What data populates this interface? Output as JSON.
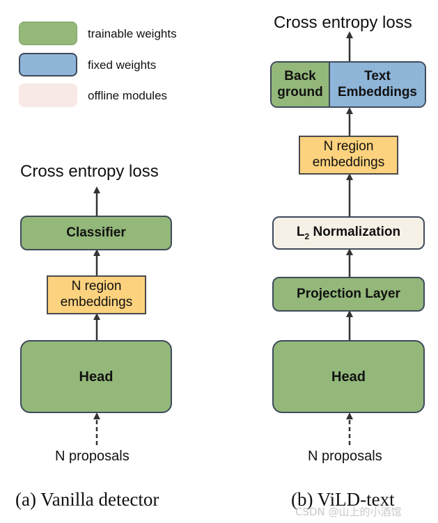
{
  "legend": {
    "trainable": {
      "label": "trainable weights",
      "color": "#93b87a"
    },
    "fixed": {
      "label": "fixed weights",
      "color": "#8fb5d8"
    },
    "offline": {
      "label": "offline modules",
      "color": "#f8e8e6"
    }
  },
  "vanilla": {
    "loss": "Cross entropy loss",
    "classifier": "Classifier",
    "embeddings": "N region embeddings",
    "head": "Head",
    "proposals": "N proposals",
    "caption": "(a) Vanilla detector"
  },
  "vild": {
    "loss": "Cross entropy loss",
    "background": "Back ground",
    "text_embeddings": "Text Embeddings",
    "embeddings": "N region embeddings",
    "normalization": "L2 Normalization",
    "normalization_prefix": "L",
    "normalization_sub": "2",
    "normalization_suffix": " Normalization",
    "projection": "Projection Layer",
    "head": "Head",
    "proposals": "N proposals",
    "caption": "(b) ViLD-text"
  },
  "watermark": "CSDN @山上的小酒馆",
  "colors": {
    "green": "#93b87a",
    "blue": "#8fb5d8",
    "yellow": "#fcd27e",
    "offline": "#f6f1e6",
    "border": "#3e4a5a"
  }
}
